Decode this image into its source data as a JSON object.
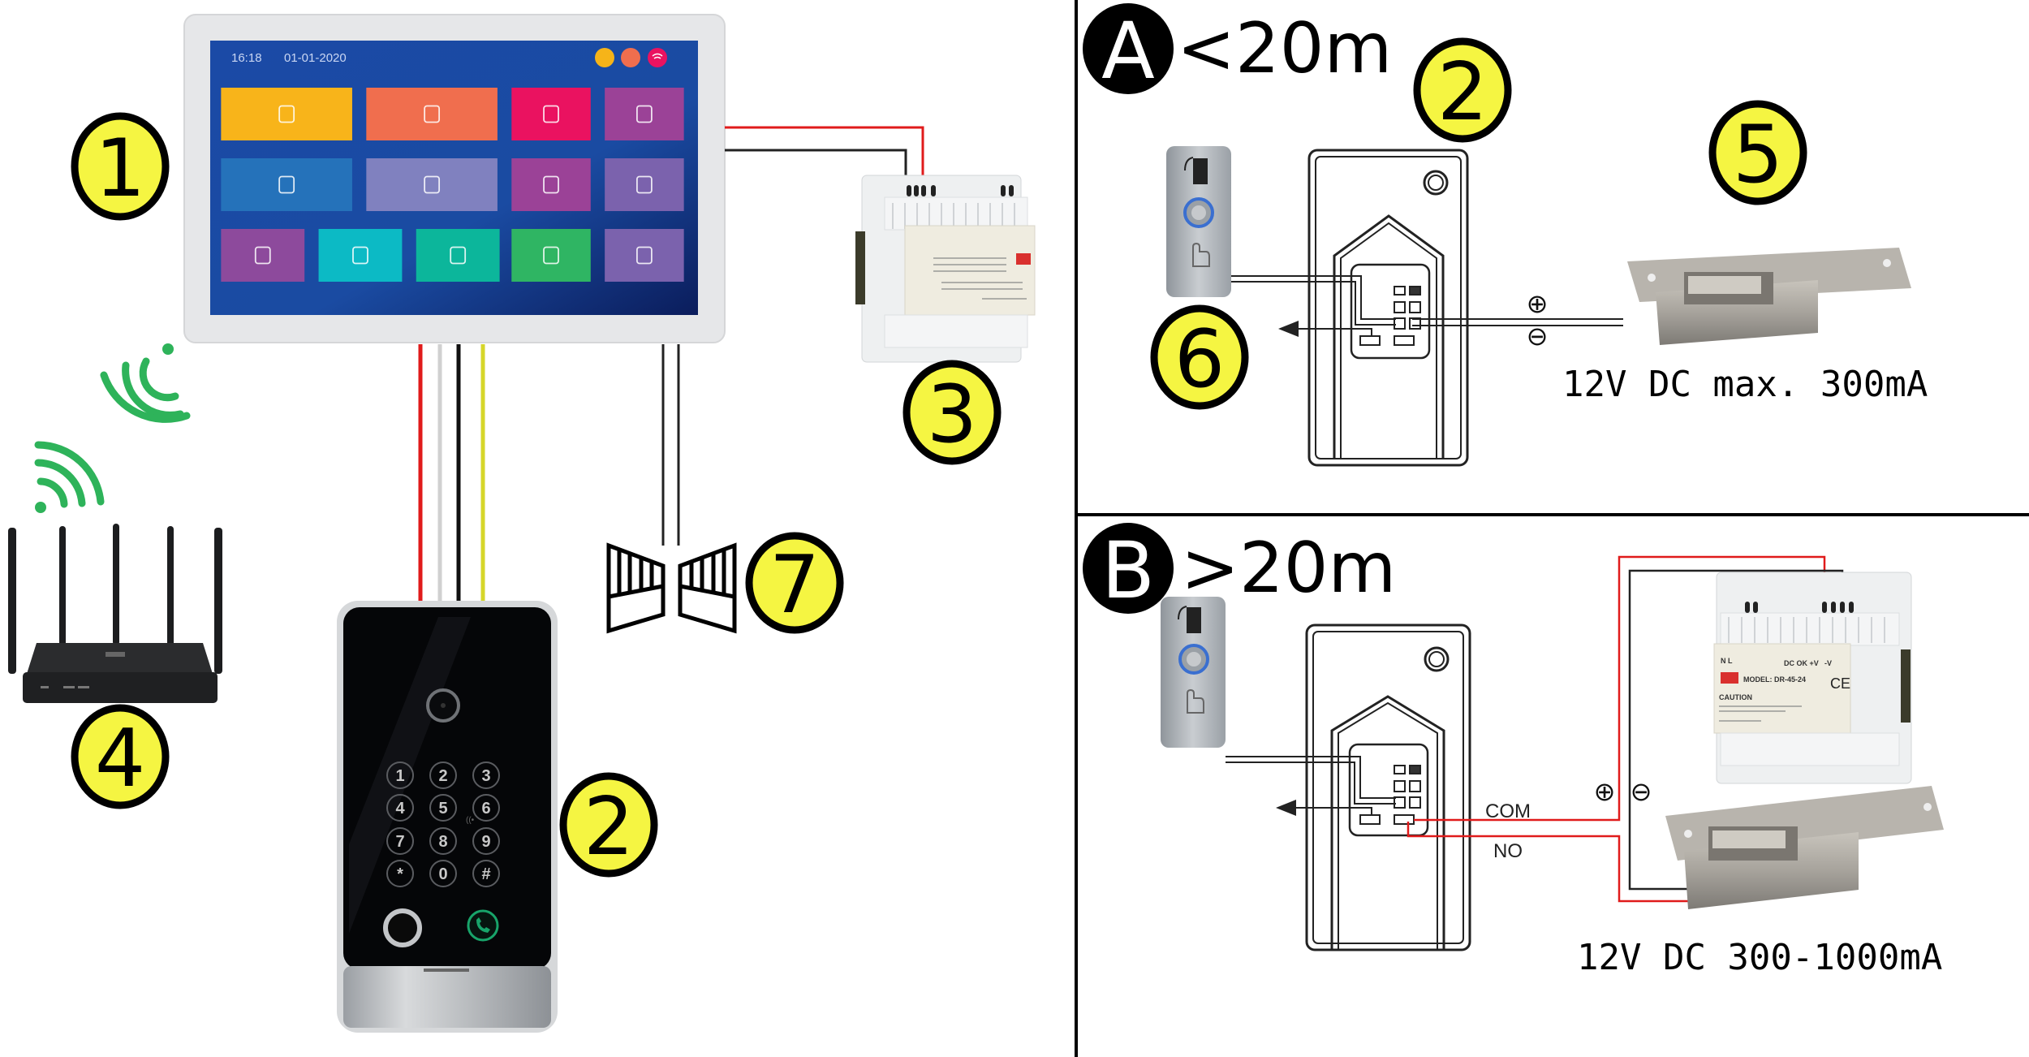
{
  "colors": {
    "callout_fill": "#f5f542",
    "callout_stroke": "#000000",
    "wifi_green": "#2eb35a",
    "wire_red": "#e01b1b",
    "wire_black": "#111111",
    "wire_white": "#d0d0d0",
    "wire_yellow": "#d6d62a"
  },
  "callouts": {
    "monitor": "1",
    "door_station": "2",
    "power_supply": "3",
    "router": "4",
    "electric_lock": "5",
    "exit_button": "6",
    "gate": "7",
    "door_station_a": "2",
    "lock_a": "5",
    "exit_button_a": "6"
  },
  "monitor": {
    "time": "16:18",
    "date": "01-01-2020",
    "status_icons": [
      "speaker-icon",
      "camera-icon",
      "wifi-icon"
    ],
    "tiles": [
      {
        "icon": "webcam-icon",
        "color": "#f8b41a"
      },
      {
        "icon": "music-note-icon",
        "color": "#f06e4e"
      },
      {
        "icon": "calendar-notes-icon",
        "color": "#ea1260"
      },
      {
        "icon": "settings-gear-icon",
        "color": "#9b4297"
      },
      {
        "icon": "video-play-icon",
        "color": "#2572ba"
      },
      {
        "icon": "phone-call-icon",
        "color": "#8081bf"
      },
      {
        "icon": "door-station-icon",
        "color": "#9b4297"
      },
      {
        "icon": "door-station-icon",
        "color": "#7b62ad"
      },
      {
        "icon": "cctv-camera-icon",
        "color": "#8d4a9c"
      },
      {
        "icon": "cctv-camera-icon",
        "color": "#0cbac5"
      },
      {
        "icon": "door-icon",
        "color": "#0cb69b"
      },
      {
        "icon": "home-icon",
        "color": "#2fb563"
      },
      {
        "icon": "exit-icon",
        "color": "#7b62ad"
      }
    ]
  },
  "keypad": {
    "keys": [
      "1",
      "2",
      "3",
      "4",
      "5",
      "6",
      "7",
      "8",
      "9",
      "*",
      "0",
      "#"
    ]
  },
  "section_a": {
    "letter": "A",
    "distance": "<20m",
    "spec": "12V DC max. 300mA",
    "plus": "⊕",
    "minus": "⊖"
  },
  "section_b": {
    "letter": "B",
    "distance": ">20m",
    "spec": "12V DC 300-1000mA",
    "plus": "⊕",
    "minus": "⊖",
    "com_label": "COM",
    "no_label": "NO",
    "psu_model": "MODEL: DR-45-24",
    "psu_caution": "CAUTION",
    "psu_nl": "N  L",
    "psu_dc": "DC OK +V",
    "psu_minus": "-V"
  }
}
